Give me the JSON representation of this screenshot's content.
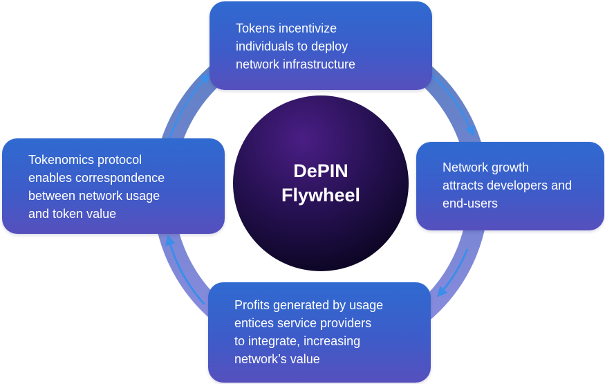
{
  "diagram": {
    "center": {
      "line1": "DePIN",
      "line2": "Flywheel"
    },
    "steps": [
      {
        "lines": [
          "Tokens incentivize",
          "individuals to deploy",
          "network infrastructure"
        ]
      },
      {
        "lines": [
          "Network growth",
          "attracts developers and",
          "end-users"
        ]
      },
      {
        "lines": [
          "Profits generated by usage",
          "entices service providers",
          "to integrate, increasing",
          "network’s value"
        ]
      },
      {
        "lines": [
          "Tokenomics protocol",
          "enables correspondence",
          "between network usage",
          "and token value"
        ]
      }
    ],
    "flow_direction": "clockwise",
    "colors": {
      "box_top": "#2f6ad0",
      "box_bottom": "#5650bd",
      "ring": "#6a86c6",
      "arrow": "#3d8ee8",
      "center_light": "#4a1e85",
      "center_dark": "#0a0520"
    }
  }
}
